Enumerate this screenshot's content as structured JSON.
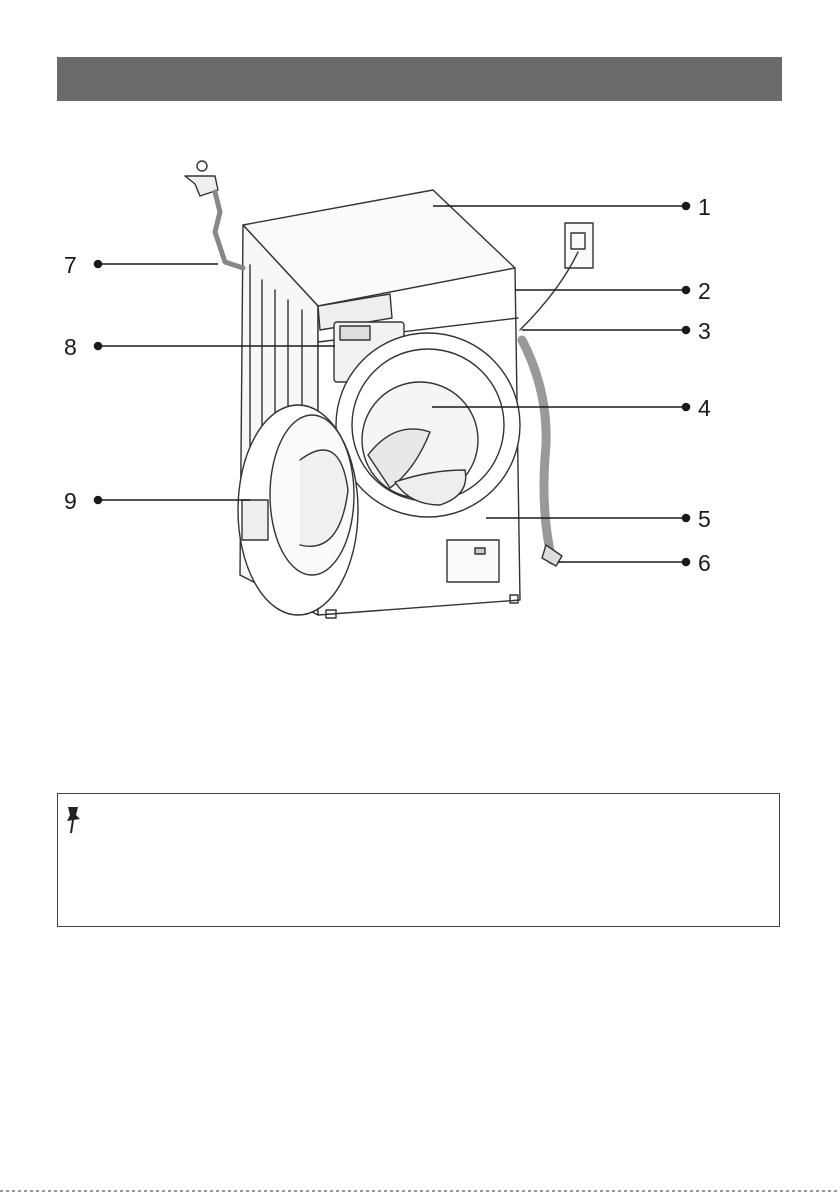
{
  "header": {
    "bar_color": "#6b6b6b"
  },
  "figure": {
    "callouts": [
      {
        "id": "1",
        "label": "1"
      },
      {
        "id": "2",
        "label": "2"
      },
      {
        "id": "3",
        "label": "3"
      },
      {
        "id": "4",
        "label": "4"
      },
      {
        "id": "5",
        "label": "5"
      },
      {
        "id": "6",
        "label": "6"
      },
      {
        "id": "7",
        "label": "7"
      },
      {
        "id": "8",
        "label": "8"
      },
      {
        "id": "9",
        "label": "9"
      }
    ]
  },
  "note": {
    "icon": "pushpin-icon"
  }
}
